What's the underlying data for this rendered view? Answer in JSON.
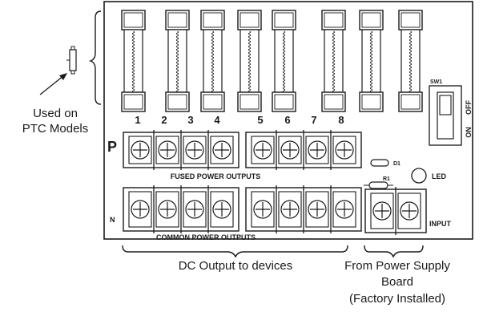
{
  "callouts": {
    "ptc_line1": "Used on",
    "ptc_line2": "PTC Models",
    "dc_output": "DC Output to devices",
    "from_psu_line1": "From Power Supply",
    "from_psu_line2": "Board",
    "from_psu_line3": "(Factory Installed)"
  },
  "board": {
    "fuse_numbers": [
      "1",
      "2",
      "3",
      "4",
      "5",
      "6",
      "7",
      "8"
    ],
    "row_p_label": "P",
    "row_n_label": "N",
    "fused_outputs_label": "FUSED POWER OUTPUTS",
    "common_outputs_label": "COMMON POWER OUTPUTS",
    "d1_label": "D1",
    "r1_label": "R1",
    "led_label": "LED",
    "input_label": "INPUT",
    "switch": {
      "name": "SW1",
      "off_label": "OFF",
      "on_label": "ON"
    }
  },
  "colors": {
    "line": "#1a1a1a",
    "terminal_fill": "#ffffff"
  }
}
